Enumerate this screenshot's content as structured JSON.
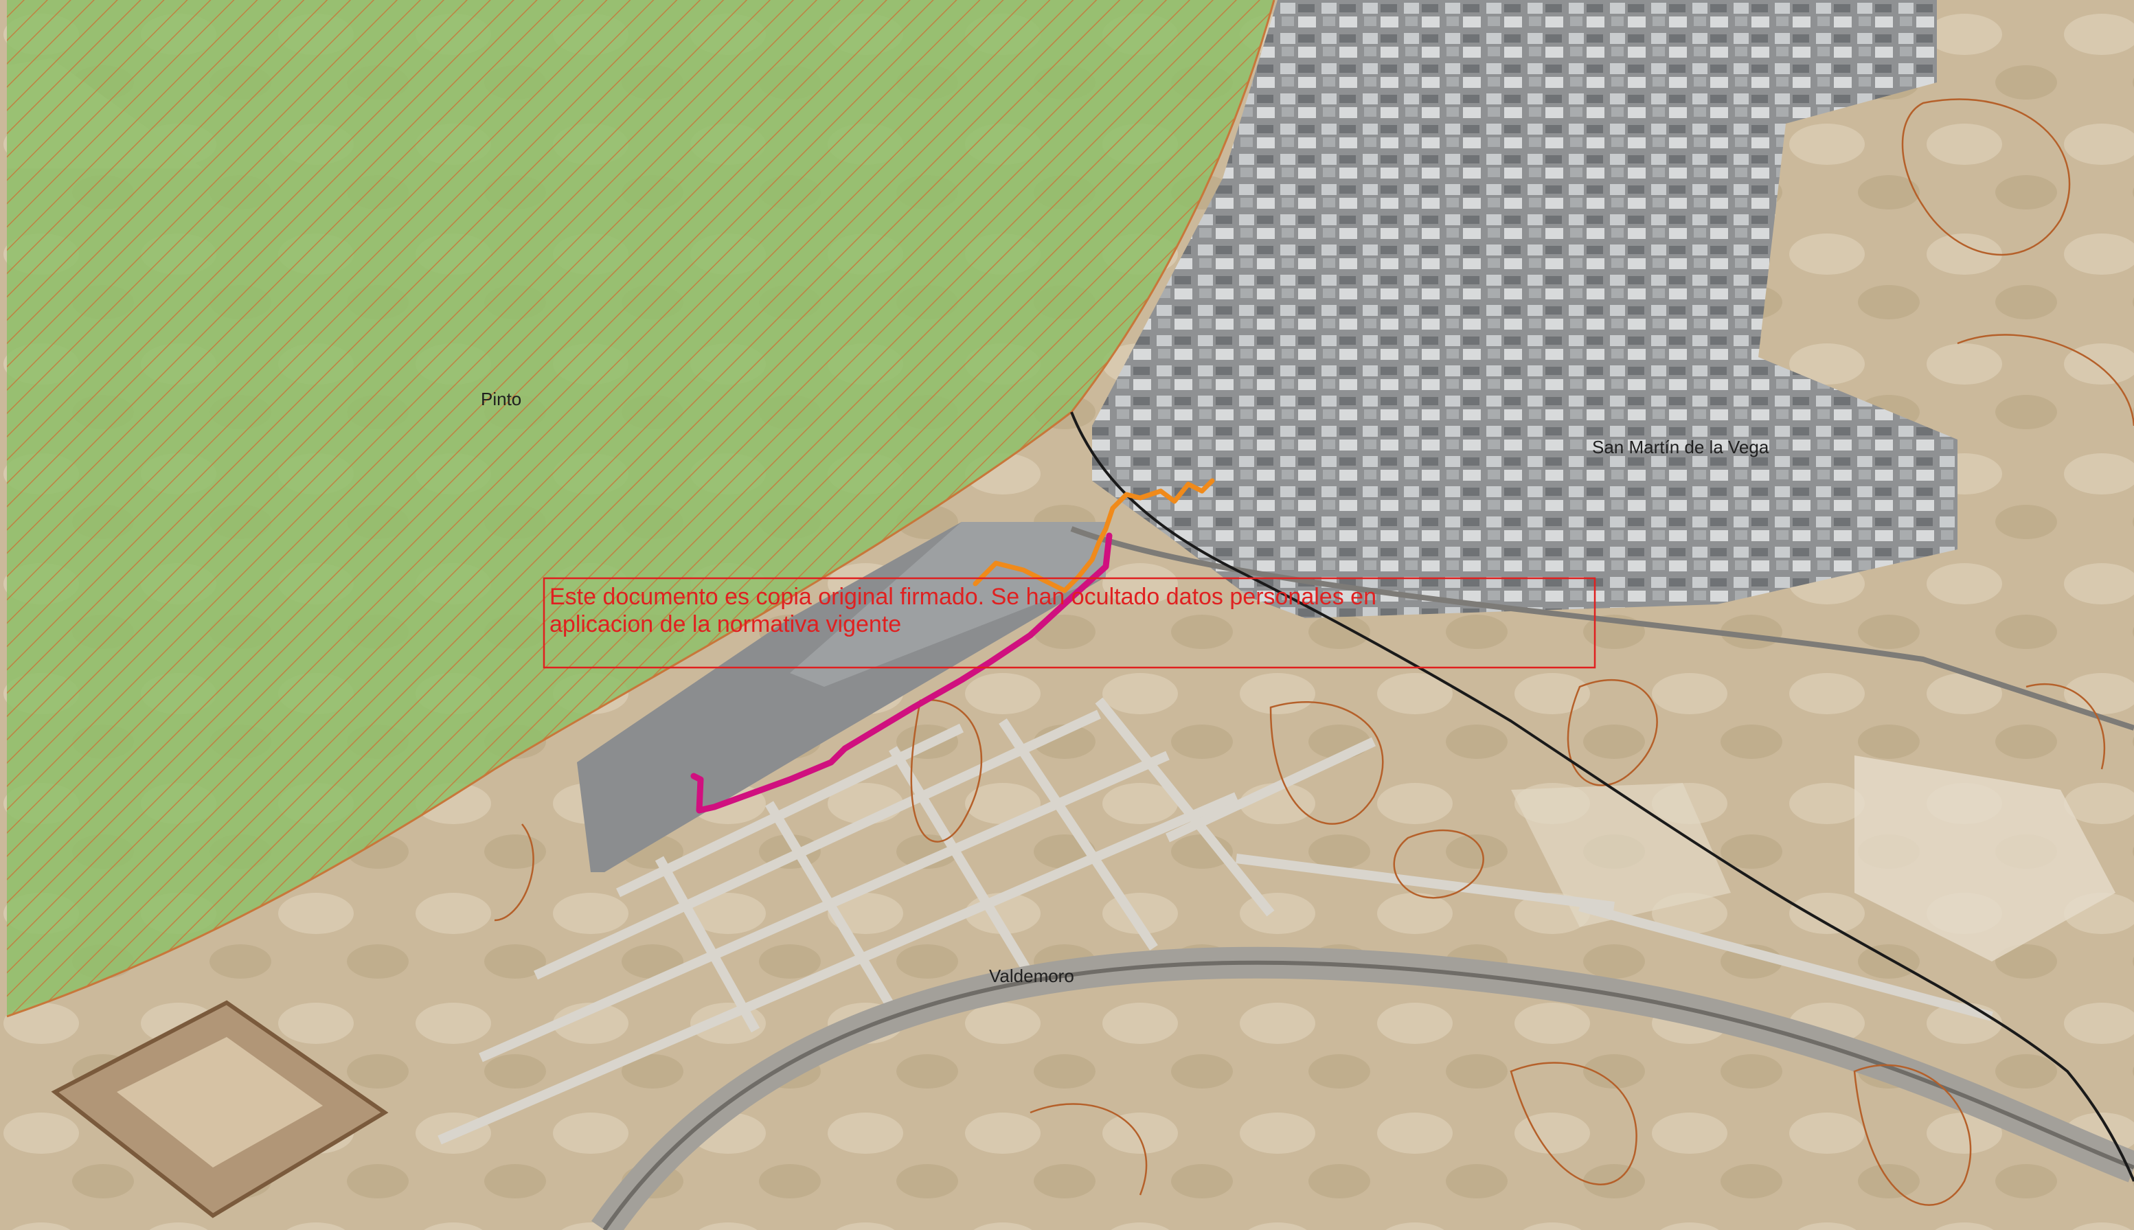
{
  "map": {
    "labels": {
      "pinto": "Pinto",
      "san_martin": "San Martín de la Vega",
      "valdemoro": "Valdemoro"
    },
    "notice": {
      "line1": "Este documento es copia original firmado. Se han ocultado datos personales en",
      "line2": "aplicacion de la normativa vigente"
    }
  },
  "colors": {
    "protected_zone": "#8fc06a",
    "hatch": "#c8773a",
    "route_magenta": "#d0107f",
    "route_orange": "#f08a1a",
    "boundary": "#1a1a1a",
    "contour": "#b5602a",
    "notice": "#e02020",
    "terrain": "#c9b89a",
    "industrial": "#8b8d8f"
  }
}
